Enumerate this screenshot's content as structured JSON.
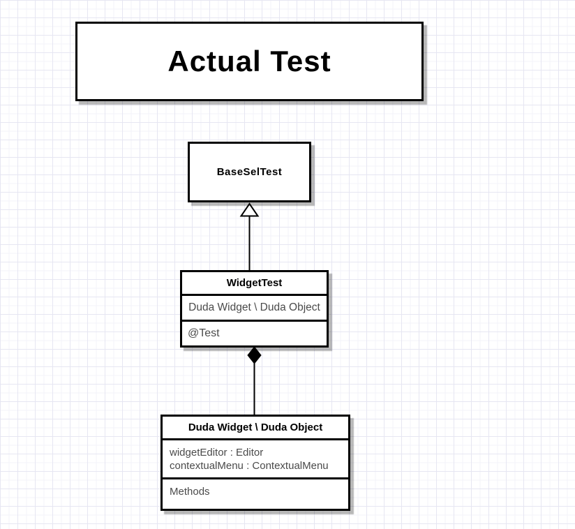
{
  "colors": {
    "canvas_background": "#ffffff",
    "grid_line_major": "#e6e6f2",
    "grid_line_minor": "#f3f3fa",
    "node_fill": "#ffffff",
    "node_border": "#000000",
    "node_shadow": "#b3b3b3",
    "heading_text": "#000000",
    "body_text": "#4a4a4a"
  },
  "diagram": {
    "title": "Actual Test",
    "nodes": {
      "base": {
        "name": "BaseSelTest"
      },
      "widget": {
        "name": "WidgetTest",
        "compartment1": "Duda Widget \\ Duda Object",
        "compartment2": "@Test"
      },
      "duda": {
        "name": "Duda Widget \\ Duda Object",
        "attr1": "widgetEditor : Editor",
        "attr2": "contextualMenu : ContextualMenu",
        "methods_label": "Methods"
      }
    },
    "relations": {
      "generalization": {
        "type": "generalization",
        "from": "WidgetTest",
        "to": "BaseSelTest",
        "marker": "hollow-triangle"
      },
      "composition": {
        "type": "composition",
        "from": "Duda Widget \\ Duda Object",
        "to": "WidgetTest",
        "marker": "filled-diamond"
      }
    }
  }
}
